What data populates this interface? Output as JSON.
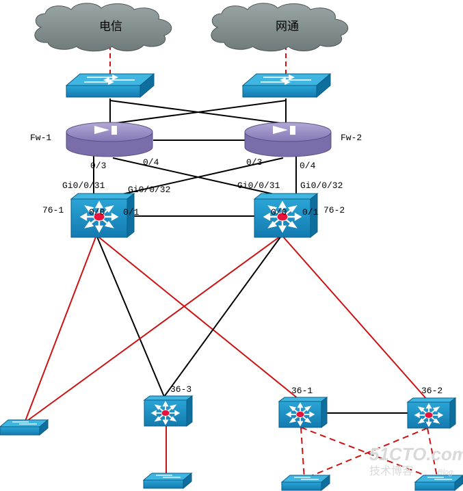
{
  "clouds": {
    "telecom": "电信",
    "netcom": "网通"
  },
  "firewalls": {
    "fw1": "Fw-1",
    "fw2": "Fw-2"
  },
  "fw_ports": {
    "fw1_p3": "0/3",
    "fw1_p4": "0/4",
    "fw2_p3": "0/3",
    "fw2_p4": "0/4"
  },
  "core_ports": {
    "c1_gi31": "Gi0/0/31",
    "c1_gi32": "Gi0/0/32",
    "c2_gi31": "Gi0/0/31",
    "c2_gi32": "Gi0/0/32",
    "c1_p00": "0/0",
    "c1_p01": "0/1",
    "c2_p00": "0/0",
    "c2_p01": "0/1"
  },
  "core_switches": {
    "c1": "76-1",
    "c2": "76-2"
  },
  "access_switches": {
    "a3": "36-3",
    "a1": "36-1",
    "a2": "36-2"
  },
  "watermark": {
    "site": "51CTO.com",
    "sub": "技术博客",
    "tag": "Blog"
  },
  "colors": {
    "red_link": "#cc1111",
    "black_link": "#000000",
    "device_blue": "#1a8fc0",
    "firewall_purple": "#9a8fc2",
    "cloud_gray": "#7f8b8b"
  }
}
